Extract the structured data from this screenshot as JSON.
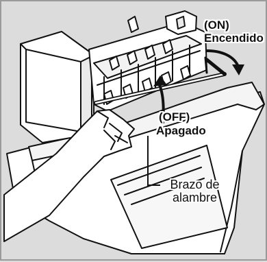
{
  "labels": {
    "on_state": "(ON)",
    "on_text": "Encendido",
    "off_state": "(OFF)",
    "off_text": "Apagado",
    "wire_arm_line1": "Brazo de",
    "wire_arm_line2": "alambre"
  },
  "colors": {
    "background": "#dcdcdc",
    "outline": "#111111",
    "fill": "#ffffff"
  }
}
